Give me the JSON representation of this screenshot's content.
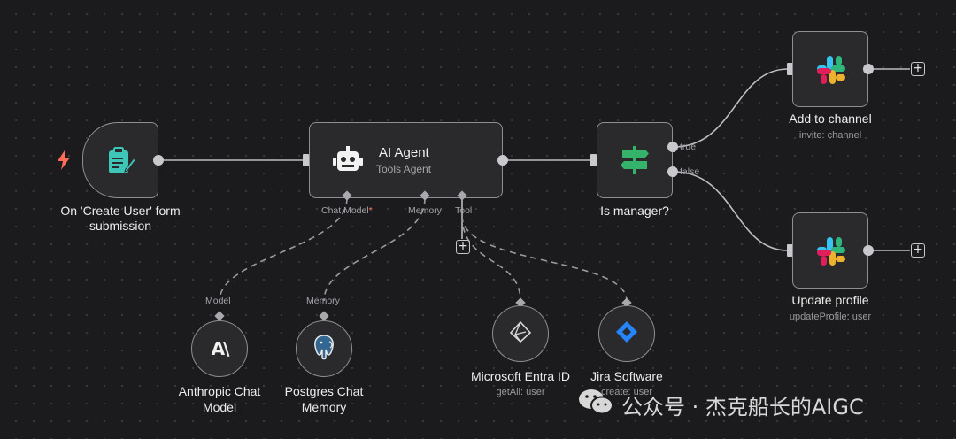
{
  "trigger": {
    "label": "On 'Create User' form submission",
    "label_line1": "On 'Create User' form",
    "label_line2": "submission",
    "icon": "form-icon",
    "trigger_icon": "lightning-icon"
  },
  "agent": {
    "title": "AI Agent",
    "subtitle": "Tools Agent",
    "icon": "robot-icon",
    "ports": {
      "chat_model": "Chat Model",
      "required_mark": "*",
      "memory": "Memory",
      "tool": "Tool"
    }
  },
  "switch": {
    "label": "Is manager?",
    "icon": "signpost-icon",
    "out_true": "true",
    "out_false": "false"
  },
  "add_channel": {
    "label": "Add to channel",
    "sub": "invite: channel",
    "icon": "slack-icon"
  },
  "update_profile": {
    "label": "Update profile",
    "sub": "updateProfile: user",
    "icon": "slack-icon"
  },
  "anthropic": {
    "port": "Model",
    "line1": "Anthropic Chat",
    "line2": "Model",
    "icon": "anthropic-icon"
  },
  "postgres": {
    "port": "Memory",
    "line1": "Postgres Chat",
    "line2": "Memory",
    "icon": "postgres-elephant-icon"
  },
  "entra": {
    "label": "Microsoft Entra ID",
    "sub": "getAll: user",
    "icon": "entra-icon"
  },
  "jira": {
    "label": "Jira Software",
    "sub": "create: user",
    "icon": "jira-icon"
  },
  "watermark": {
    "text": "公众号 · 杰克船长的AIGC",
    "icon": "wechat-icon"
  },
  "colors": {
    "canvas": "#1b1b1d",
    "node": "#2a2a2c",
    "border": "#8e8e93",
    "trigger": "#ff6d5a",
    "form_icon": "#3ec7b8",
    "switch_icon": "#35b36a",
    "jira": "#2684ff"
  }
}
